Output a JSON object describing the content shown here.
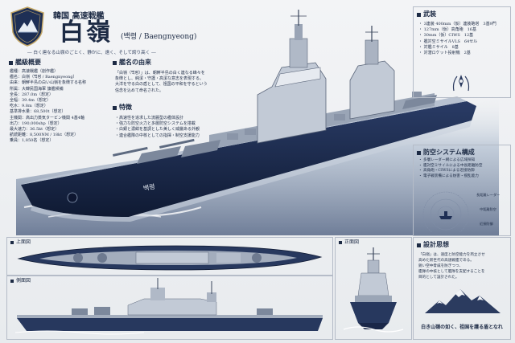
{
  "header": {
    "subtitle": "韓国 高速戦艦",
    "title": "白嶺",
    "romanization": "(백령 / Baengnyeong)",
    "tagline": "― 白く連なる山嶺のごとく、静かに、遠く、そして誇り高く ―"
  },
  "overview": {
    "heading": "艦級概要",
    "rows": [
      "艦種：高速戦艦（創作艦）",
      "艦名：白嶺（백령 / Baengnyeong）",
      "由来：朝鮮半島の白い山嶺を象徴する名称",
      "所属：大韓民国海軍 旗艦候補",
      "全長：287.0m（想定）",
      "全幅：39.4m（想定）",
      "吃水：9.8m（想定）",
      "基準排水量：68,500t（想定）",
      "主機関：高出力蒸気タービン機関 4基4軸",
      "出力：190,000shp（想定）",
      "最大速力：36.5kt（想定）",
      "航続距離：8,500NM / 18kt（想定）",
      "乗員：1,850名（想定）"
    ]
  },
  "name_origin": {
    "heading": "艦名の由来",
    "text": [
      "「白嶺（백령）」は、朝鮮半島の白く連なる峰々を",
      "象徴とし、純潔・守護・高潔な意志を表現する。",
      "大洋を守る白の盾として、祖国の平和を守るという",
      "信念を込めて命名された。"
    ]
  },
  "features": {
    "heading": "特徴",
    "items": [
      "高速性を追求した流麗型の艦体設計",
      "強力な防空火力と多層防空システムを搭載",
      "白銀と濃紺を基調とした美しく威厳ある外観",
      "連合艦隊の中核としての指揮・制空支援能力"
    ]
  },
  "armament": {
    "heading": "武装",
    "items": [
      "・ 3連装 400mm（仮）連装砲塔　3基9門",
      "・ 127mm（仮）高角砲　16基",
      "・ 30mm（仮）CIWS　12基",
      "・ 艦対空ミサイルVLS　64セル",
      "・ 対艦ミサイル　8基",
      "・ 対潜ロケット投射機　2基"
    ]
  },
  "defense": {
    "heading": "防空システム構成",
    "items": [
      "・ 多層レーダー網による広域探知",
      "・ 艦対空ミサイルによる中長距離防空",
      "・ 高角砲・CIWSによる近接防御",
      "・ 電子戦装備による妨害・撹乱能力"
    ],
    "diagram_labels": [
      "長距離レーダー",
      "中距離防空",
      "近接防御"
    ]
  },
  "design": {
    "heading": "設計思想",
    "text": [
      "「白嶺」は、速度と防空能力を両立させ",
      "高めた新世代の高速戦艦である。",
      "鋭い空中脅威を防ぎつつ、",
      "艦隊の中核として艦隊を支配することを",
      "目的として設計された。"
    ],
    "motto": "白き山嶺の如く、祖国を護る盾となれ"
  },
  "hull_name": "백령",
  "views": {
    "top": "上面図",
    "side": "側面図",
    "front": "正面図"
  }
}
